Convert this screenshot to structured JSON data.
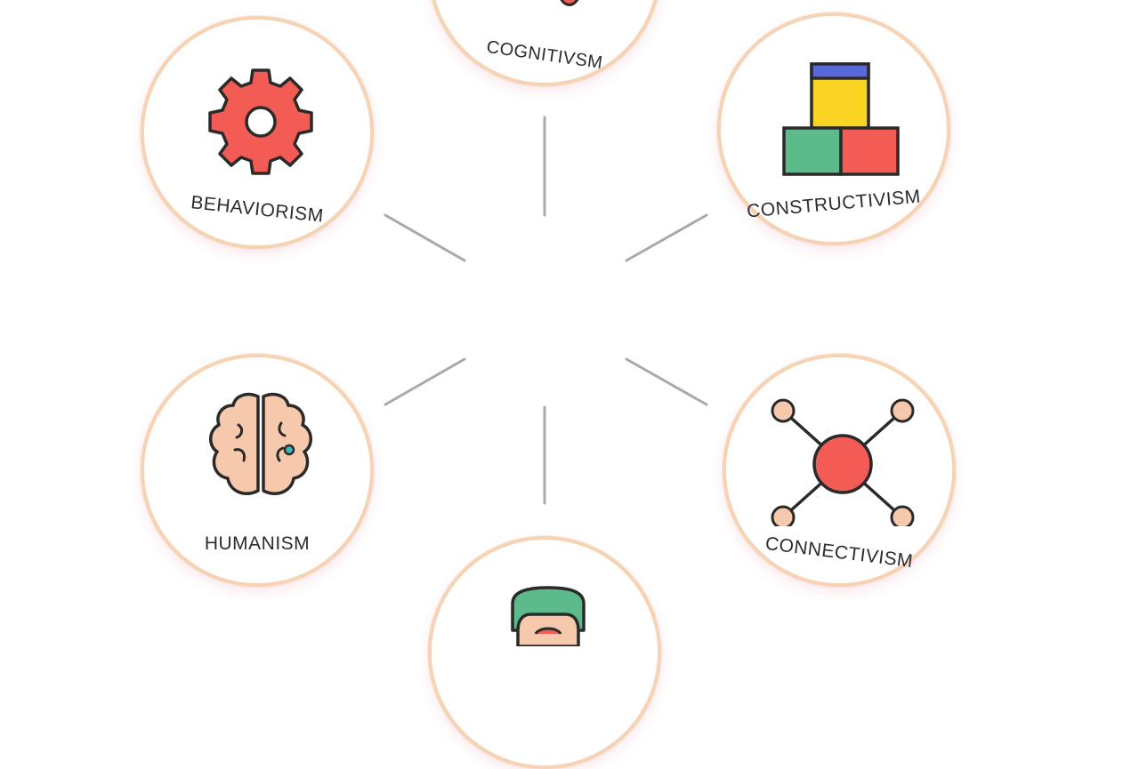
{
  "diagram": {
    "nodes": [
      {
        "id": "cognitivism",
        "label": "COGNITIVSM",
        "icon": "head-icon"
      },
      {
        "id": "behaviorism",
        "label": "BEHAVIORISM",
        "icon": "gear-icon"
      },
      {
        "id": "constructivism",
        "label": "CONSTRUCTIVISM",
        "icon": "blocks-icon"
      },
      {
        "id": "humanism",
        "label": "HUMANISM",
        "icon": "brain-icon"
      },
      {
        "id": "connectivism",
        "label": "CONNECTIVISM",
        "icon": "network-icon"
      },
      {
        "id": "bottom",
        "label": "",
        "icon": "person-icon"
      }
    ],
    "colors": {
      "ring": "#f6d3b4",
      "connector": "#a9a9a9",
      "red": "#f25c54",
      "yellow": "#f9d423",
      "green": "#5dbb8b",
      "blue": "#5968d8",
      "peach": "#f6c9ad",
      "teal": "#3fb6b0",
      "outline": "#2a2a2a"
    }
  }
}
